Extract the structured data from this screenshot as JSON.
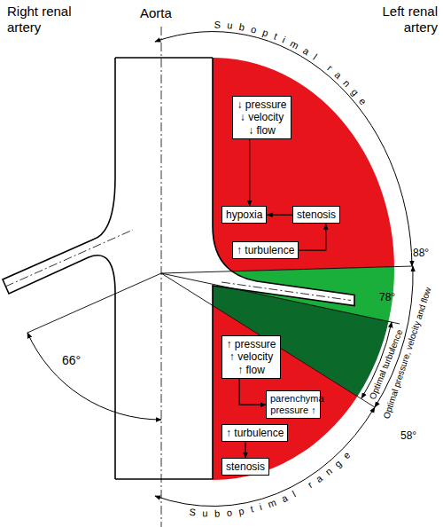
{
  "diagram": {
    "nodes": [
      {
        "text": [
          "↓ pressure ↓ velocity ↓ flow"
        ]
      },
      {
        "text": [
          "hypoxia"
        ]
      },
      {
        "text": [
          "stenosis"
        ]
      },
      {
        "text": [
          "↑ turbulence"
        ]
      },
      {
        "text": [
          "↑ pressure ↑ velocity ↑ flow"
        ]
      },
      {
        "text": [
          "parenchyma pressure ↑"
        ]
      },
      {
        "text": [
          "↑ turbulence"
        ]
      },
      {
        "text": [
          "stenosis"
        ]
      }
    ],
    "edges": [
      {
        "from": 0,
        "to": 1,
        "arrow": "to"
      },
      {
        "from": 2,
        "to": 1,
        "arrow": "to"
      },
      {
        "from": 3,
        "to": 2,
        "arrow": "to"
      },
      {
        "from": 4,
        "to": 5,
        "arrow": "to"
      },
      {
        "from": 6,
        "to": 7,
        "arrow": "to"
      }
    ],
    "labels": [
      "Right renal artery",
      "Aorta",
      "Left renal artery",
      "Suboptimal range",
      "88°",
      "78°",
      "Optimal turbulence",
      "Optimal pressure, velocity and flow",
      "58°",
      "Suboptimal range",
      "66°"
    ]
  }
}
